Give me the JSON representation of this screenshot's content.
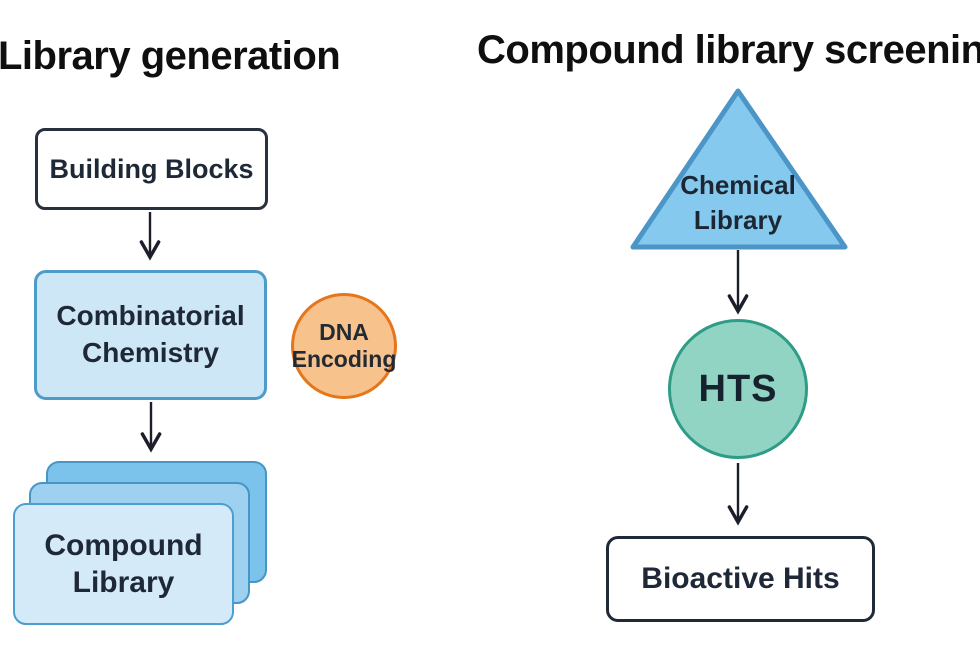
{
  "left_panel": {
    "title": "Library generation",
    "nodes": {
      "building_blocks": {
        "label": "Building Blocks",
        "shape": "rounded-rectangle",
        "fill": "#ffffff",
        "border": "#29313f"
      },
      "combinatorial_chemistry": {
        "label": "Combinatorial\nChemistry",
        "shape": "rounded-rectangle",
        "fill": "#cde7f7",
        "border": "#4d9bc9"
      },
      "dna_encoding": {
        "label": "DNA\nEncoding",
        "shape": "circle",
        "fill": "#f8c28d",
        "border": "#e5761c"
      },
      "compound_library": {
        "label": "Compound\nLibrary",
        "shape": "stacked-rounded-rectangles",
        "fill_front": "#d4eaf8",
        "fill_middle": "#9ed1f0",
        "fill_back": "#7cc3ec",
        "border": "#4b9fd0"
      }
    },
    "flow": [
      "Building Blocks",
      "Combinatorial Chemistry",
      "Compound Library"
    ]
  },
  "right_panel": {
    "title": "Compound library screening",
    "nodes": {
      "chemical_library": {
        "label": "Chemical\nLibrary",
        "shape": "triangle",
        "fill": "#86c9ee",
        "border": "#4c95c7"
      },
      "hts": {
        "label": "HTS",
        "shape": "circle",
        "fill": "#92d4c4",
        "border": "#2e9c87"
      },
      "bioactive_hits": {
        "label": "Bioactive Hits",
        "shape": "rounded-rectangle",
        "fill": "#ffffff",
        "border": "#1f2937"
      }
    },
    "flow": [
      "Chemical Library",
      "HTS",
      "Bioactive Hits"
    ]
  },
  "colors": {
    "background": "#ffffff",
    "title_text": "#0f0f0f",
    "node_text": "#1e2836",
    "arrow": "#1a1f2b"
  }
}
